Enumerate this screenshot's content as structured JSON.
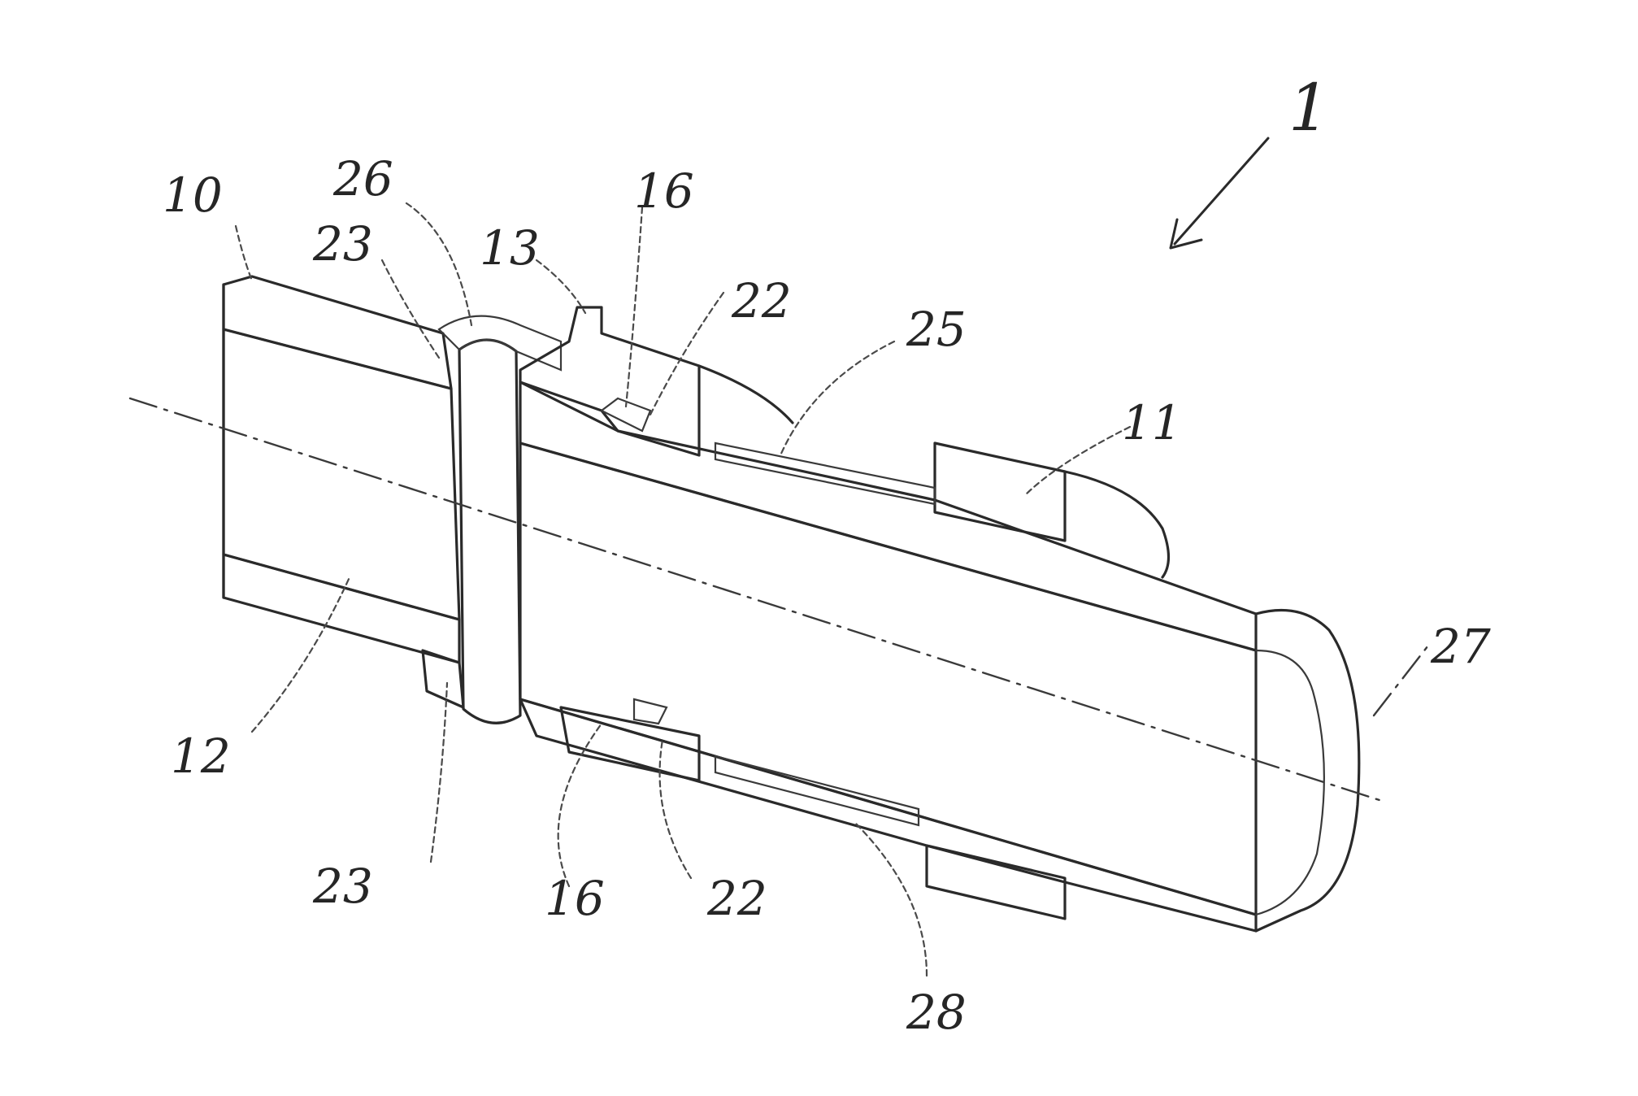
{
  "figure": {
    "assembly_ref": "1",
    "labels": {
      "ref_10": "10",
      "ref_26": "26",
      "ref_23_top": "23",
      "ref_13": "13",
      "ref_16_top": "16",
      "ref_22_top": "22",
      "ref_25": "25",
      "ref_11": "11",
      "ref_12": "12",
      "ref_23_bottom": "23",
      "ref_16_bottom": "16",
      "ref_22_bottom": "22",
      "ref_28": "28",
      "ref_27": "27"
    }
  }
}
